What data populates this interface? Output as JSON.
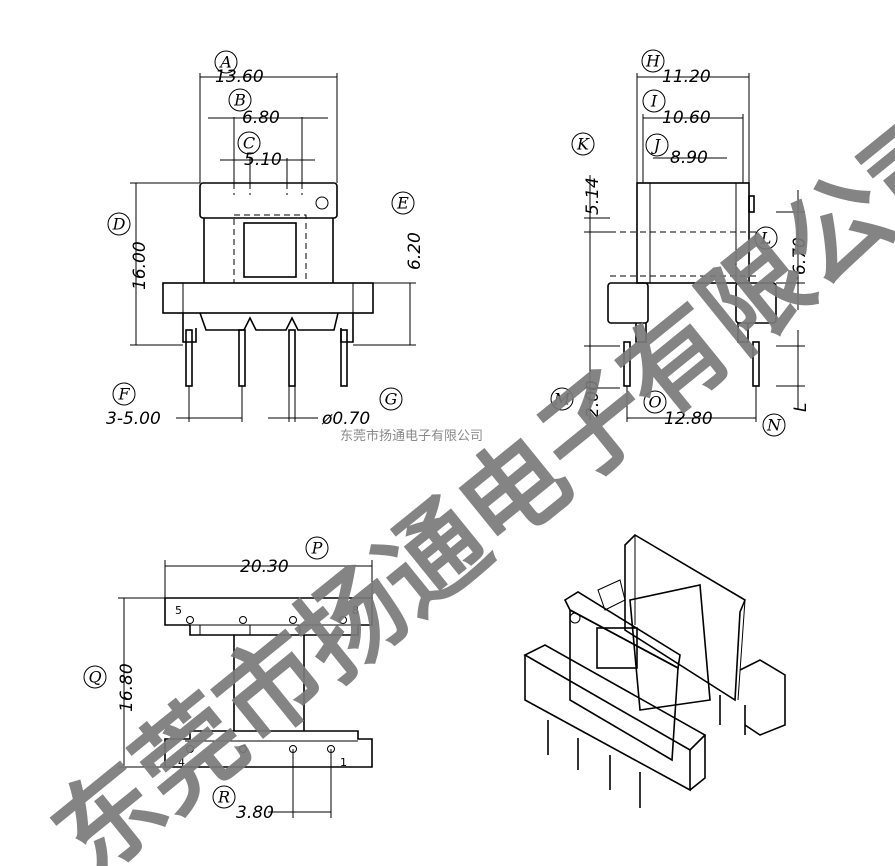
{
  "dimensions": {
    "A": "13.60",
    "B": "6.80",
    "C": "5.10",
    "D": "16.00",
    "E": "6.20",
    "F": "3-5.00",
    "G": "ø0.70",
    "H": "11.20",
    "I": "10.60",
    "J": "8.90",
    "K": "5.14",
    "L": "6.70",
    "M": "2.00",
    "N": "L",
    "O": "12.80",
    "P": "20.30",
    "Q": "16.80",
    "R": "3.80"
  },
  "labels": {
    "A": "A",
    "B": "B",
    "C": "C",
    "D": "D",
    "E": "E",
    "F": "F",
    "G": "G",
    "H": "H",
    "I": "I",
    "J": "J",
    "K": "K",
    "L": "L",
    "M": "M",
    "N": "N",
    "O": "O",
    "P": "P",
    "Q": "Q",
    "R": "R"
  },
  "pin_numbers": {
    "p5": "5",
    "p8": "8",
    "p4": "4",
    "p1": "1"
  },
  "caption": "东莞市扬通电子有限公司",
  "watermark": "东莞市扬通电子有限公司",
  "colors": {
    "line": "#000000",
    "watermark": "#7a7a7a",
    "caption": "#8a8a8a"
  }
}
